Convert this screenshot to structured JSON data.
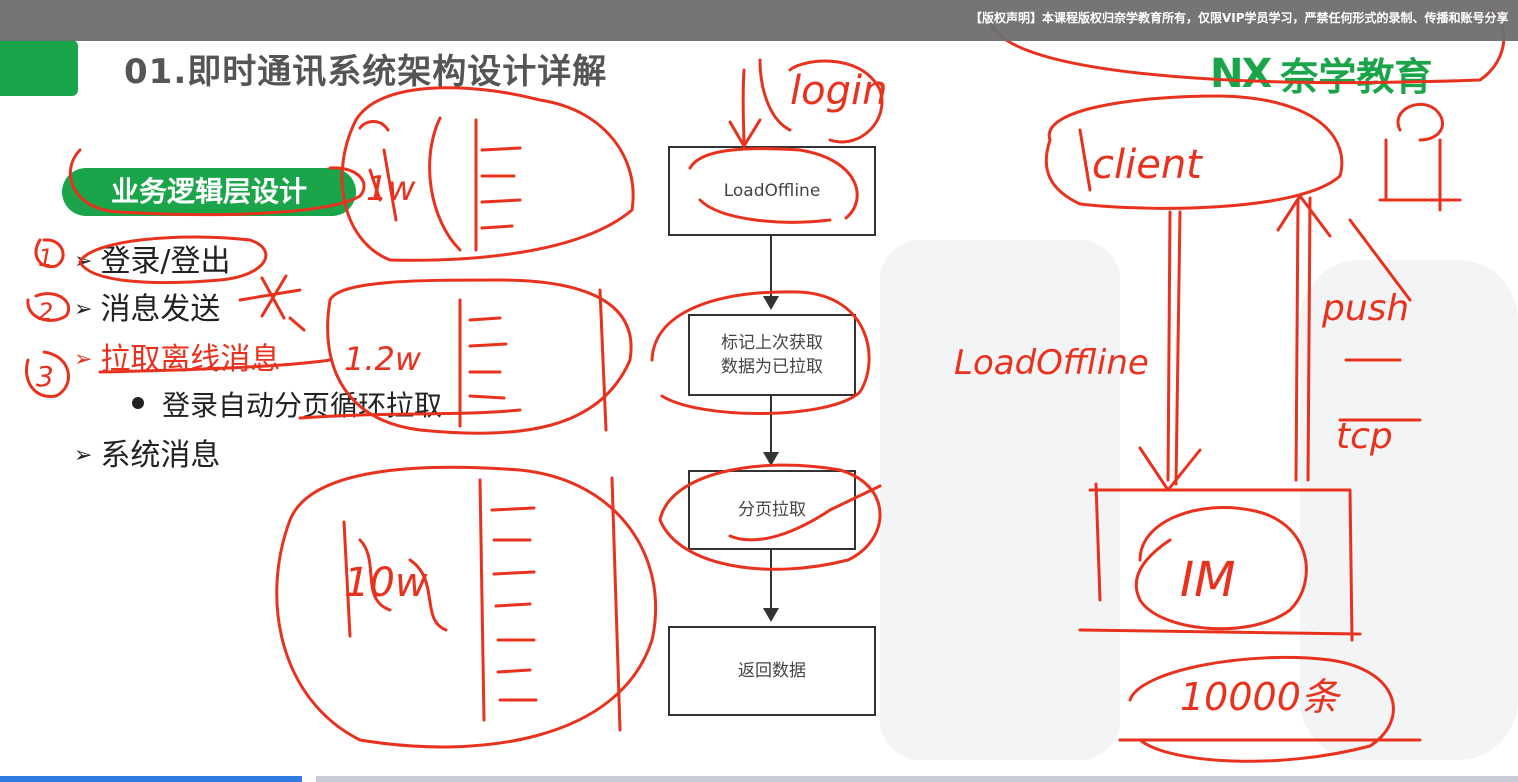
{
  "notice": {
    "text": "【版权声明】本课程版权归奈学教育所有，仅限VIP学员学习，严禁任何形式的录制、传播和账号分享"
  },
  "slide": {
    "title": "01.即时通讯系统架构设计详解",
    "brand_mark": "NX",
    "brand_name": "奈学教育",
    "section": "业务逻辑层设计",
    "bullets": [
      {
        "label": "登录/登出"
      },
      {
        "label": "消息发送"
      },
      {
        "label": "拉取离线消息"
      },
      {
        "label": "登录自动分页循环拉取"
      },
      {
        "label": "系统消息"
      }
    ]
  },
  "flowchart": {
    "steps": [
      {
        "label": "LoadOffline"
      },
      {
        "label": "标记上次获取\n数据为已拉取"
      },
      {
        "label": "分页拉取"
      },
      {
        "label": "返回数据"
      }
    ]
  },
  "annotations": {
    "login": "login",
    "client": "client",
    "loadoffline": "LoadOffline",
    "push": "push",
    "tcp": "tcp",
    "im": "IM",
    "count": "10000条",
    "num1": "1",
    "num2": "2",
    "num3": "3",
    "cyl1": "1w",
    "cyl2": "1.2w",
    "cyl3": "10w"
  },
  "colors": {
    "accent_green": "#1aa54a",
    "ink_red": "#e8321e",
    "progress_blue": "#2f7de1"
  },
  "player": {
    "progress": 0.2
  }
}
